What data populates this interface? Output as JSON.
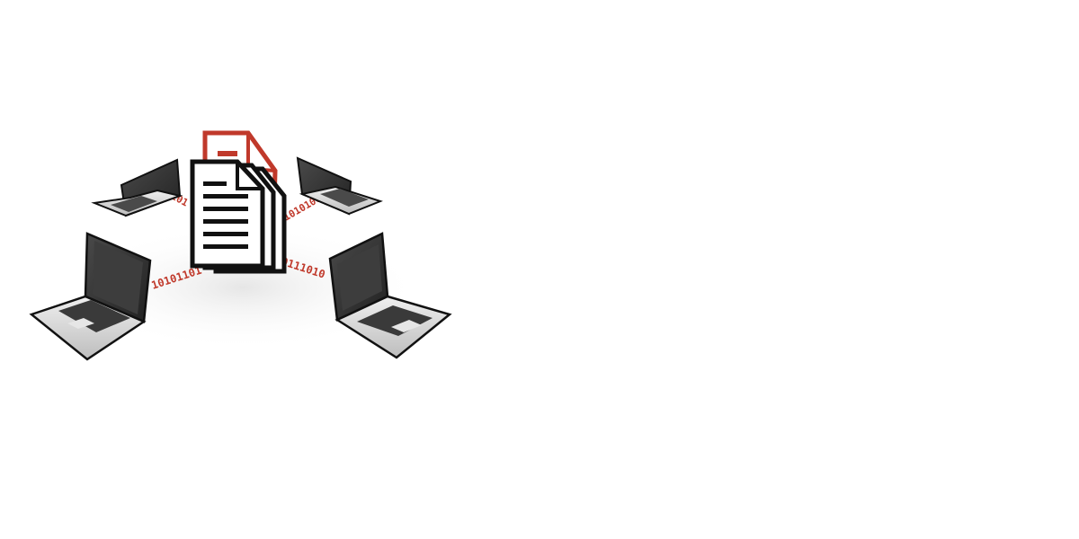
{
  "scene": {
    "description_free": true,
    "colors": {
      "background": "#ffffff",
      "laptop_body": "#d9d9d9",
      "laptop_dark": "#2b2b2b",
      "screen": "#3a3a3a",
      "document_outline": "#111111",
      "document_fill": "#ffffff",
      "document_red": "#c0392b",
      "binary_red": "#c0392b"
    },
    "binary_streams": [
      {
        "id": "top-left",
        "text": "01010101"
      },
      {
        "id": "top-right",
        "text": "10101001"
      },
      {
        "id": "bottom-left",
        "text": "10101101"
      },
      {
        "id": "bottom-right",
        "text": "10111010"
      }
    ],
    "icons": {
      "laptop": "laptop-icon",
      "document_stack": "document-stack-icon",
      "document_red": "document-icon"
    }
  }
}
